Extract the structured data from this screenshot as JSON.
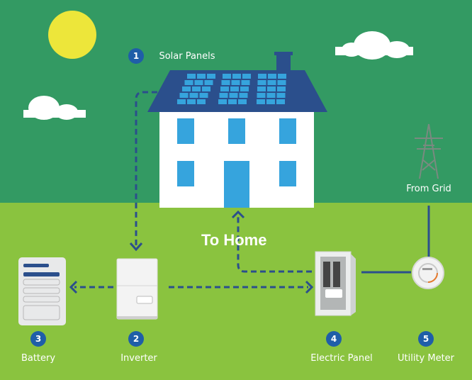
{
  "colors": {
    "sky": "#339a63",
    "ground": "#8ac33f",
    "roof": "#2b4f8c",
    "window": "#36a4dd",
    "flow": "#2b4f8c",
    "badge": "#1f5ea8",
    "sun": "#ede63a"
  },
  "flow_label": "To Home",
  "components": [
    {
      "number": "1",
      "label": "Solar Panels"
    },
    {
      "number": "2",
      "label": "Inverter"
    },
    {
      "number": "3",
      "label": "Battery"
    },
    {
      "number": "4",
      "label": "Electric Panel"
    },
    {
      "number": "5",
      "label": "Utility Meter"
    }
  ],
  "grid_label": "From Grid"
}
